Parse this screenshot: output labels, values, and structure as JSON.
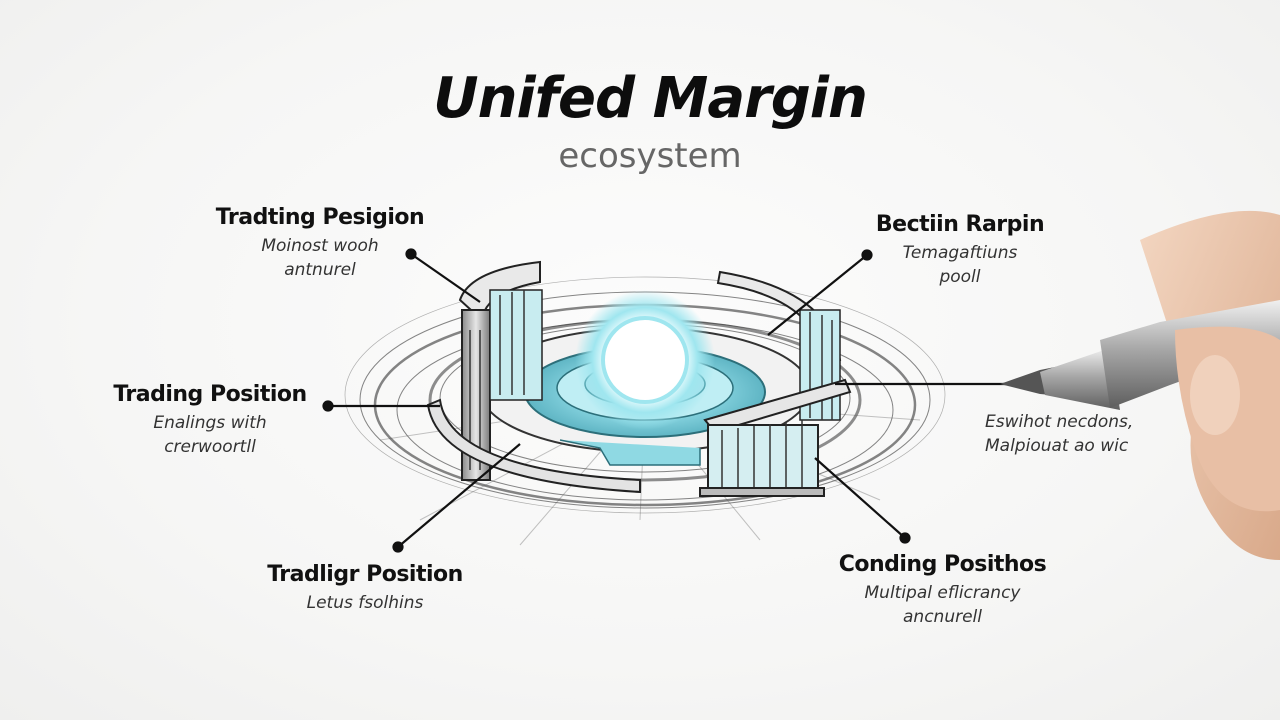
{
  "header": {
    "title": "Unifed Margin",
    "subtitle": "ecosystem"
  },
  "labels": [
    {
      "id": "top-left",
      "title": "Tradting Pesigion",
      "lines": [
        "Moinost wooh",
        "antnurel"
      ]
    },
    {
      "id": "top-right",
      "title": "Bectiin Rarpin",
      "lines": [
        "Temagaftiuns",
        "pooll"
      ]
    },
    {
      "id": "mid-left",
      "title": "Trading Position",
      "lines": [
        "Enalings with",
        "crerwoortll"
      ]
    },
    {
      "id": "mid-right",
      "title": "",
      "lines": [
        "Eswihot necdons,",
        "Malpiouat ao wic"
      ]
    },
    {
      "id": "bottom-left",
      "title": "Tradligr Position",
      "lines": [
        "Letus fsolhins"
      ]
    },
    {
      "id": "bottom-right",
      "title": "Conding Posithos",
      "lines": [
        "Multipal eflicrancy",
        "ancnurell"
      ]
    }
  ],
  "illustration": {
    "subject": "circular-colonnade-with-glowing-orb",
    "accent_color": "#7fd6e0",
    "glow_color": "#e8fbff",
    "line_color": "#111111"
  },
  "decor": {
    "hand_with_pen": true
  }
}
